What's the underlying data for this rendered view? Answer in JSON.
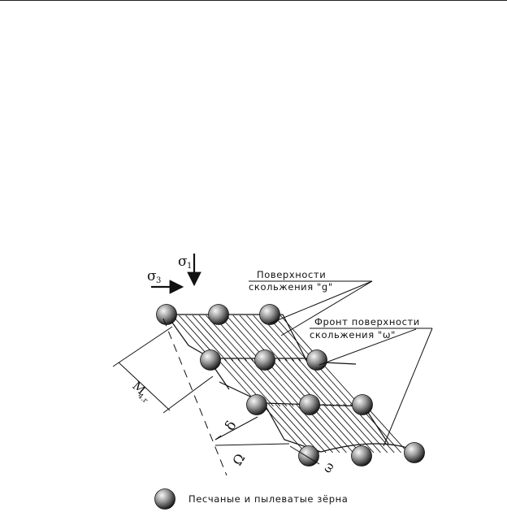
{
  "labels": {
    "sigma1": "σ",
    "sigma1_sub": "1",
    "sigma3": "σ",
    "sigma3_sub": "3",
    "slip_surfaces_line1": "Поверхности",
    "slip_surfaces_line2": "скольжения \"g\"",
    "front_line1": "Фронт поверхности",
    "front_line2": "скольжения \"ω\"",
    "m_label": "M",
    "m_sub": "4.r",
    "delta": "δ",
    "omega_upper": "Ω",
    "omega_lower": "ω",
    "legend_text": "Песчаные и пылеватые зёрна"
  },
  "colors": {
    "line": "#111111",
    "grain_light": "#f2f2f2",
    "grain_dark": "#1a1a1a"
  }
}
